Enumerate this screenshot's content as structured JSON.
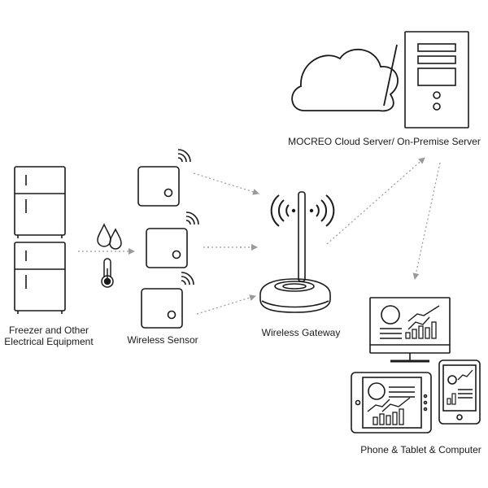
{
  "labels": {
    "freezer_line1": "Freezer and Other",
    "freezer_line2": "Electrical Equipment",
    "sensor": "Wireless Sensor",
    "gateway": "Wireless Gateway",
    "server": "MOCREO Cloud Server/ On-Premise Server",
    "devices": "Phone & Tablet & Computer"
  },
  "colors": {
    "stroke": "#1a1a1a",
    "arrow": "#9a9a9a",
    "background": "#ffffff"
  },
  "icons": [
    "freezer-icon",
    "water-drops-icon",
    "thermometer-icon",
    "wireless-sensor-icon",
    "wifi-signal-icon",
    "wireless-gateway-icon",
    "cloud-icon",
    "server-tower-icon",
    "monitor-icon",
    "tablet-icon",
    "phone-icon",
    "bar-chart-icon"
  ]
}
